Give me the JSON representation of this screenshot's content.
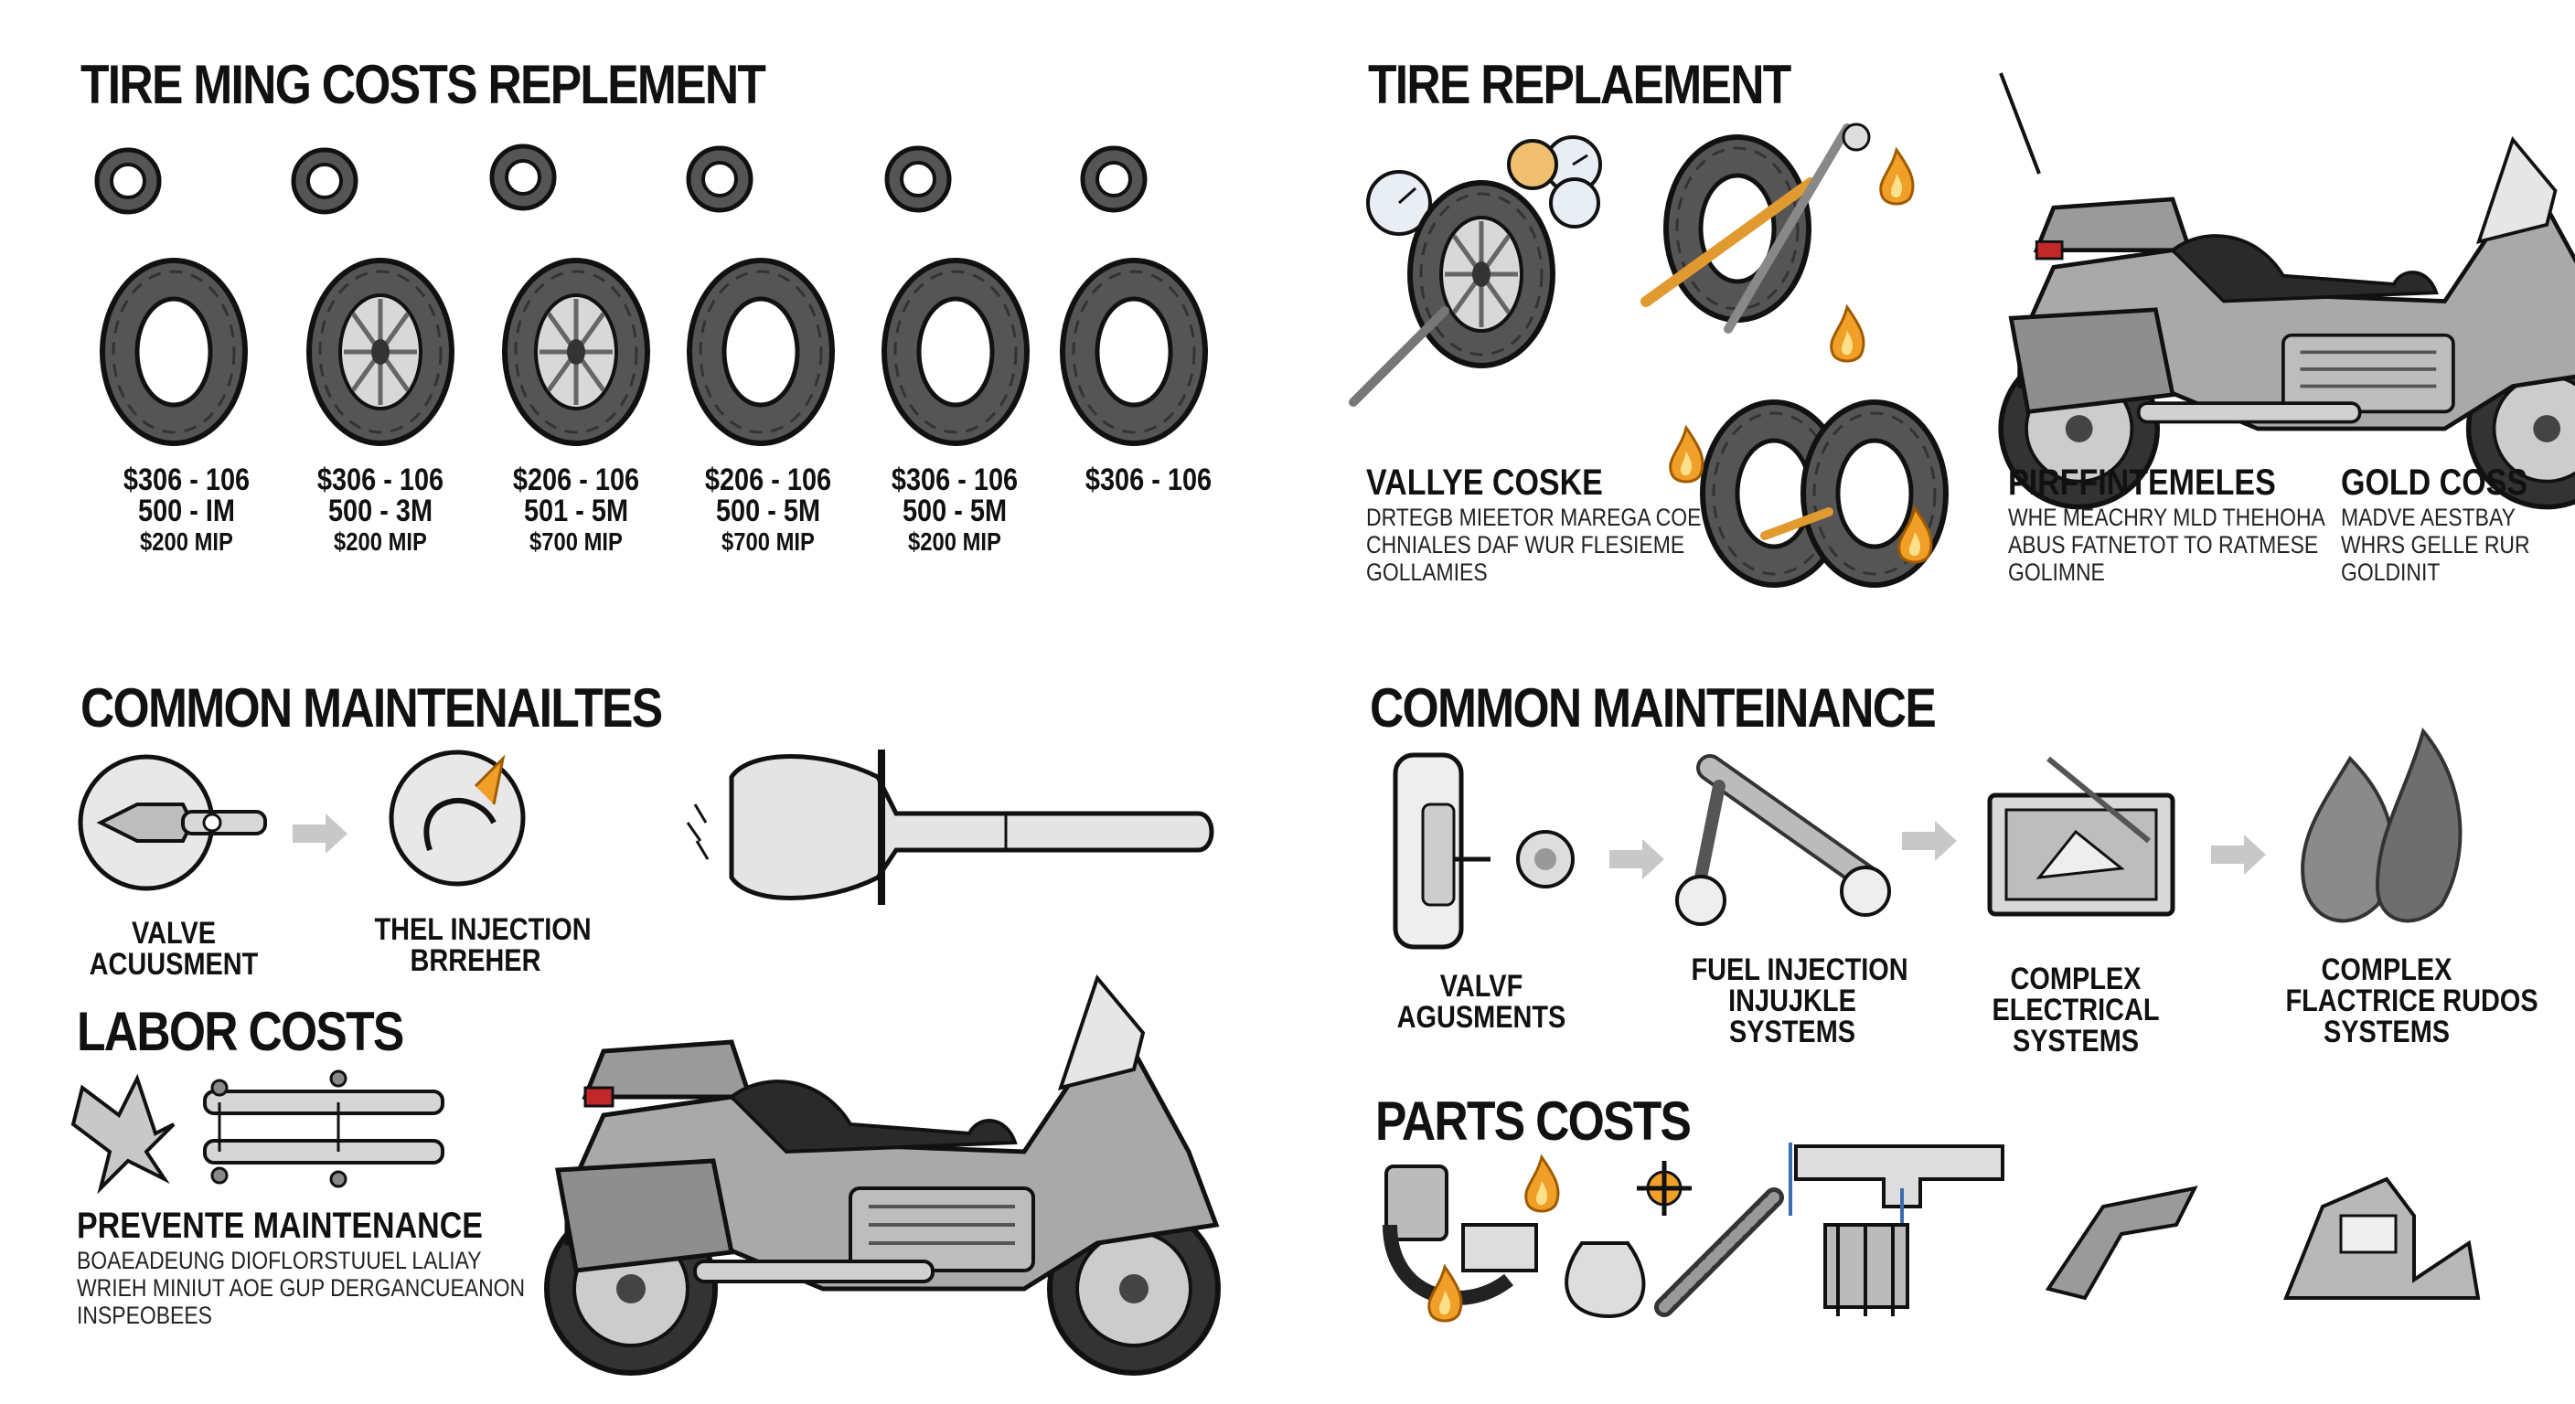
{
  "tire_costs": {
    "title": "TIRE MING COSTS REPLEMENT",
    "prices": [
      {
        "line1": "$306 - 106",
        "line2": "500 - IM",
        "line3": "$200 MIP"
      },
      {
        "line1": "$306 - 106",
        "line2": "500 - 3M",
        "line3": "$200 MIP"
      },
      {
        "line1": "$206 - 106",
        "line2": "501 - 5M",
        "line3": "$700 MIP"
      },
      {
        "line1": "$206 - 106",
        "line2": "500 - 5M",
        "line3": "$700 MIP"
      },
      {
        "line1": "$306 - 106",
        "line2": "500 - 5M",
        "line3": "$200 MIP"
      },
      {
        "line1": "$306 - 106",
        "line2": "",
        "line3": ""
      }
    ]
  },
  "tire_replacement": {
    "title": "TIRE REPLAEMENT",
    "valve": {
      "heading": "VALLYE COSKE",
      "line1": "DRTEGB MIEETOR MAREGA COE",
      "line2": "CHNIALES DAF WUR FLESIEME",
      "line3": "GOLLAMIES"
    },
    "performance": {
      "heading": "PIRFFINTEMELES",
      "line1": "WHE MEACHRY MLD THEHOHA",
      "line2": "ABUS FATNETOT TO RATMESE",
      "line3": "GOLIMNE"
    },
    "gold": {
      "heading": "GOLD COSS",
      "line1": "MADVE AESTBAY",
      "line2": "WHRS GELLE RUR",
      "line3": "GOLDINIT"
    }
  },
  "common_left": {
    "title": "COMMON MAINTENAILTES",
    "items": [
      {
        "line1": "VALVE",
        "line2": "ACUUSMENT"
      },
      {
        "line1": "THEL INJECTION",
        "line2": "BRREHER"
      }
    ]
  },
  "labor": {
    "title": "LABOR COSTS"
  },
  "preventive": {
    "title": "PREVENTE MAINTENANCE",
    "line1": "BOAEADEUNG DIOFLORSTUUEL LALIAY",
    "line2": "WRIEH MINIUT AOE GUP DERGANCUEANON",
    "line3": "INSPEOBEES"
  },
  "common_right": {
    "title": "COMMON MAINTEINANCE",
    "items": [
      {
        "line1": "VALVF",
        "line2": "AGUSMENTS",
        "line3": ""
      },
      {
        "line1": "FUEL INJECTION",
        "line2": "INJUJKLE",
        "line3": "SYSTEMS"
      },
      {
        "line1": "COMPLEX",
        "line2": "ELECTRICAL",
        "line3": "SYSTEMS"
      },
      {
        "line1": "COMPLEX",
        "line2": "FLACTRICE RUDOS",
        "line3": "SYSTEMS"
      }
    ]
  },
  "parts": {
    "title": "PARTS COSTS"
  },
  "colors": {
    "flame": "#f0a028",
    "metal": "#a8a8a8",
    "dark": "#2a2a2a"
  },
  "icons": [
    "tire-icon",
    "motorcycle-icon",
    "wrench-icon",
    "flame-icon",
    "arrow-right-icon",
    "gauge-icon",
    "valve-icon",
    "fuel-injector-icon",
    "ecu-icon",
    "camshaft-icon"
  ]
}
